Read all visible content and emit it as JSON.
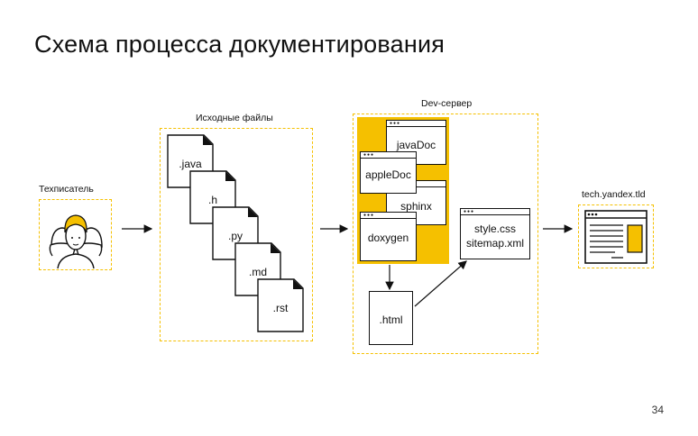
{
  "slide": {
    "title": "Схема процесса документирования",
    "page_number": "34"
  },
  "writer": {
    "label": "Техписатель"
  },
  "sources": {
    "label": "Исходные файлы",
    "files": [
      ".java",
      ".h",
      ".py",
      ".md",
      ".rst"
    ]
  },
  "dev_server": {
    "label": "Dev-сервер",
    "generators": [
      "javaDoc",
      "appleDoc",
      "sphinx",
      "doxygen"
    ],
    "html": ".html",
    "assets": [
      "style.css",
      "sitemap.xml"
    ]
  },
  "site": {
    "label": "tech.yandex.tld"
  },
  "colors": {
    "accent": "#f5c000",
    "stroke": "#111111"
  }
}
